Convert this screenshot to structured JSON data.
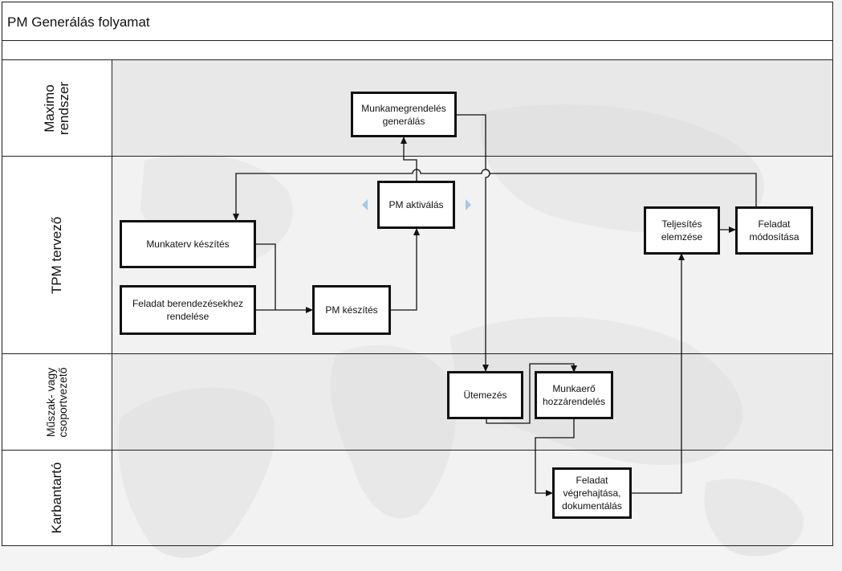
{
  "title": "PM Generálás folyamat",
  "lanes": [
    {
      "label": "Maximo\nrendszer"
    },
    {
      "label": "TPM tervező"
    },
    {
      "label": "Műszak- vagy\ncsoportvezető"
    },
    {
      "label": "Karbantartó"
    }
  ],
  "nodes": {
    "munkamegrendeles": "Munkamegrendelés\ngenerálás",
    "pm_aktivalas": "PM aktiválás",
    "munkaterv": "Munkaterv készítés",
    "feladat_berendezes": "Feladat berendezésekhez\nrendelése",
    "pm_keszites": "PM készítés",
    "teljesites": "Teljesítés\nelemzése",
    "feladat_modositas": "Feladat\nmódosítása",
    "utemezes": "Ütemezés",
    "munkaero": "Munkaerő\nhozzárendelés",
    "vegrehajtas": "Feladat\nvégrehajtása,\ndokumentálás"
  },
  "colors": {
    "background": "#f4f4f4",
    "lane_tint": "#e8e8e8",
    "line": "#111111",
    "selection_handle": "#9ec9ec"
  }
}
